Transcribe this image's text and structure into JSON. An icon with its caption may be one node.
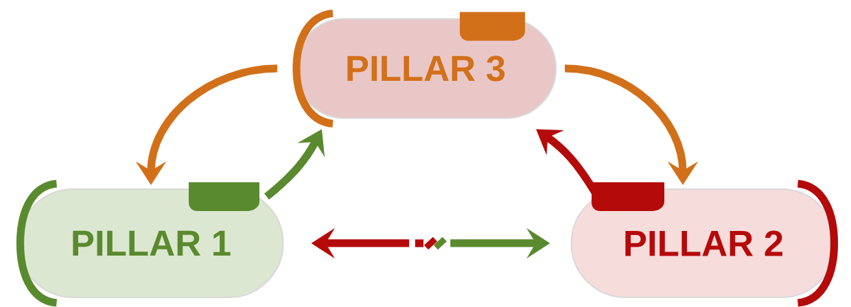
{
  "diagram": {
    "nodes": [
      {
        "text": [
          "PILLAR 3"
        ]
      },
      {
        "text": [
          "PILLAR 1"
        ]
      },
      {
        "text": [
          "PILLAR 2"
        ]
      }
    ],
    "edges": [
      {
        "from": 0,
        "to": 1,
        "arrow": "to",
        "color": "#d2701a"
      },
      {
        "from": 1,
        "to": 0,
        "arrow": "to",
        "color": "#5a8a2e"
      },
      {
        "from": 0,
        "to": 2,
        "arrow": "to",
        "color": "#d2701a"
      },
      {
        "from": 2,
        "to": 0,
        "arrow": "to",
        "color": "#b50a0a"
      },
      {
        "from": 1,
        "to": 2,
        "arrow": "both",
        "color": "#5a8a2e"
      }
    ]
  }
}
